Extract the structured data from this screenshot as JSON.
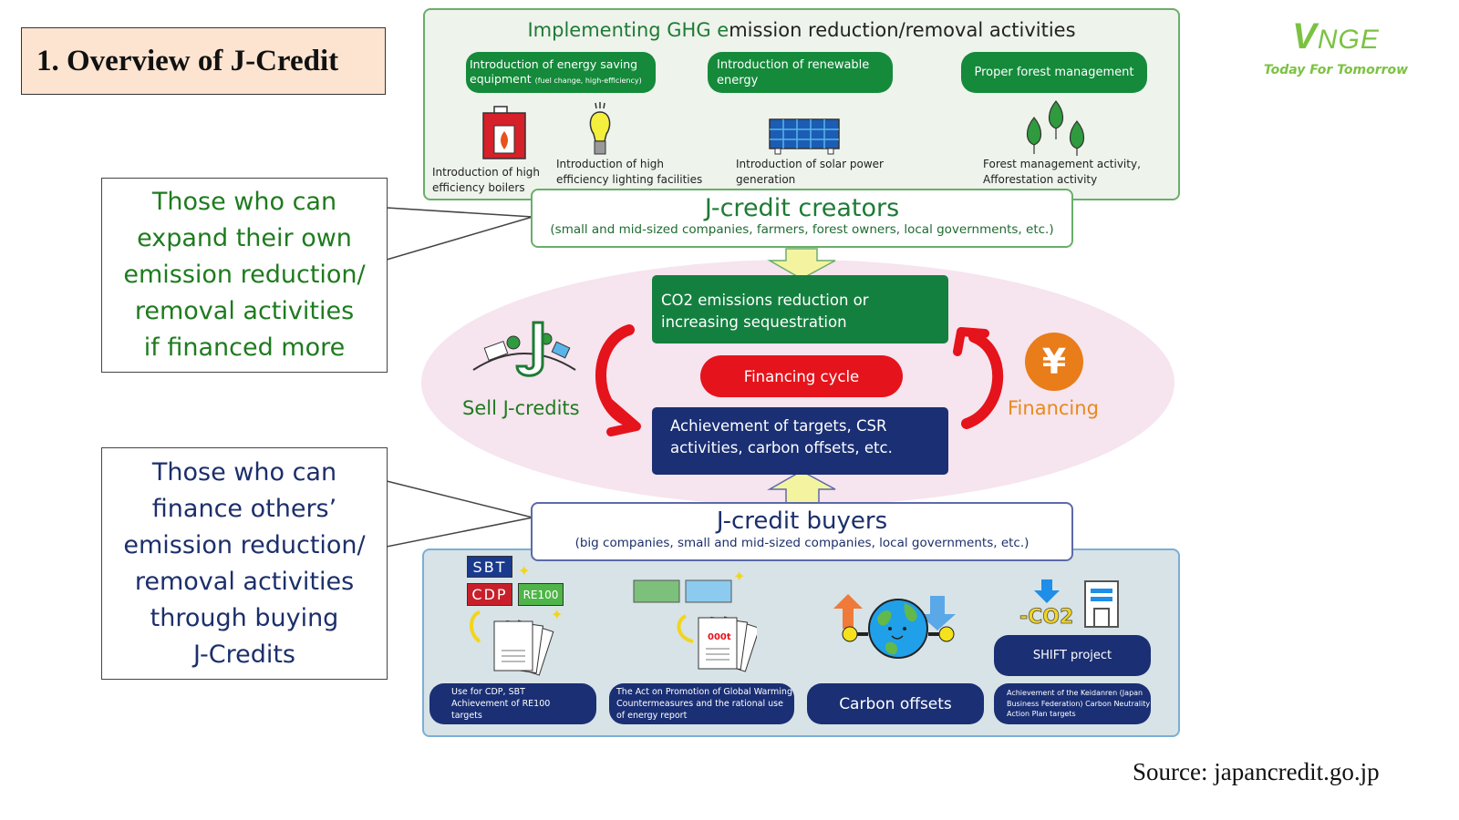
{
  "title": "1. Overview of J-Credit",
  "logo": {
    "brand_initial": "V",
    "brand_rest": "NGE",
    "tagline": "Today For Tomorrow",
    "color": "#7cc242"
  },
  "activities": {
    "title_green": "Implementing GHG e",
    "title_rest": "mission reduction/removal activities",
    "categories": [
      {
        "label": "Introduction of energy saving equipment",
        "sublabel": "(fuel change, high-efficiency)"
      },
      {
        "label": "Introduction of renewable energy"
      },
      {
        "label": "Proper forest management"
      }
    ],
    "examples": [
      {
        "icon": "boiler-icon",
        "caption": "Introduction of high efficiency boilers"
      },
      {
        "icon": "light-bulb-icon",
        "caption": "Introduction of high efficiency lighting facilities"
      },
      {
        "icon": "solar-panel-icon",
        "caption": "Introduction of solar power generation"
      },
      {
        "icon": "trees-icon",
        "caption": "Forest management activity, Afforestation activity"
      }
    ]
  },
  "callouts": {
    "creators_lines": [
      "Those who can",
      "expand their own",
      "emission reduction/",
      "removal activities",
      "if financed more"
    ],
    "buyers_lines": [
      "Those who can",
      "finance others’",
      "emission reduction/",
      "removal activities",
      "through buying",
      "J-Credits"
    ]
  },
  "creators": {
    "title": "J-credit creators",
    "subtitle": "(small and mid-sized companies, farmers, forest owners, local governments, etc.)"
  },
  "cycle": {
    "co2_box": "CO2 emissions reduction or  increasing sequestration",
    "center_label": "Financing cycle",
    "achievement_box": "Achievement of targets, CSR activities,  carbon offsets, etc.",
    "sell_label": "Sell J-credits",
    "financing_label": "Financing",
    "yen_symbol": "¥"
  },
  "buyers": {
    "title": "J-credit buyers",
    "subtitle": "(big companies, small and mid-sized companies, local governments, etc.)",
    "badges": [
      "SBT",
      "CDP",
      "RE100"
    ],
    "report_mark": "000t",
    "uses": [
      "Use for CDP, SBT Achievement of RE100 targets",
      "The Act on Promotion of Global Warming Countermeasures and the rational use of energy report",
      "Carbon offsets",
      "Achievement of the Keidanren (Japan Business Federation) Carbon Neutrality Action Plan targets"
    ],
    "shift_label": "SHIFT project",
    "co2_label": "-CO2"
  },
  "source": "Source: japancredit.go.jp",
  "colors": {
    "green": "#148a3a",
    "navy": "#1a2f74",
    "red": "#e5131b",
    "orange": "#e87d1a",
    "pink_bg": "#f6e4ef",
    "title_bg": "#fce4d1"
  }
}
